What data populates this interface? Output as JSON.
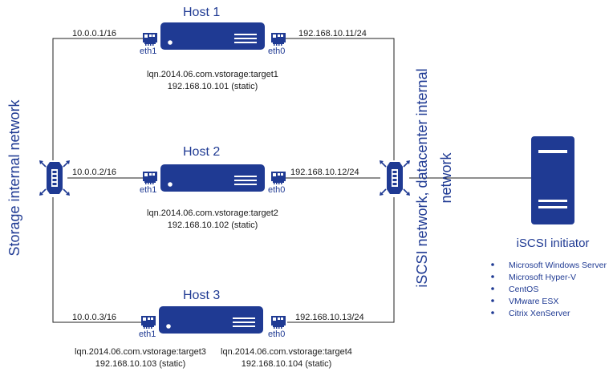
{
  "hosts": [
    {
      "name": "Host 1",
      "storage_ip": "10.0.0.1/16",
      "iscsi_ip": "192.168.10.11/24",
      "left_port": "eth1",
      "right_port": "eth0",
      "targets": [
        {
          "iqn": "lqn.2014.06.com.vstorage:target1",
          "ip": "192.168.10.101 (static)"
        }
      ]
    },
    {
      "name": "Host 2",
      "storage_ip": "10.0.0.2/16",
      "iscsi_ip": "192.168.10.12/24",
      "left_port": "eth1",
      "right_port": "eth0",
      "targets": [
        {
          "iqn": "lqn.2014.06.com.vstorage:target2",
          "ip": "192.168.10.102 (static)"
        }
      ]
    },
    {
      "name": "Host 3",
      "storage_ip": "10.0.0.3/16",
      "iscsi_ip": "192.168.10.13/24",
      "left_port": "eth1",
      "right_port": "eth0",
      "targets": [
        {
          "iqn": "lqn.2014.06.com.vstorage:target3",
          "ip": "192.168.10.103 (static)"
        },
        {
          "iqn": "lqn.2014.06.com.vstorage:target4",
          "ip": "192.168.10.104 (static)"
        }
      ]
    }
  ],
  "networks": {
    "storage": "Storage internal network",
    "iscsi_line1": "iSCSI network, datacenter internal",
    "iscsi_line2": "network"
  },
  "initiator": {
    "title": "iSCSI initiator",
    "os_list": [
      "Microsoft Windows Server",
      "Microsoft Hyper-V",
      "CentOS",
      "VMware ESX",
      "Citrix XenServer"
    ]
  },
  "colors": {
    "accent": "#1f3a93",
    "line": "#1f1f1f"
  }
}
